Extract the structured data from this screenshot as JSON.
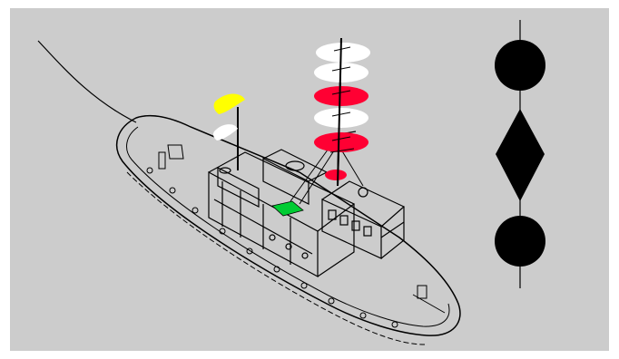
{
  "illustration": {
    "subject": "tug-towing-vessel-lights-and-shapes",
    "colors": {
      "background": "#cccccc",
      "frame": "#ffffff",
      "outline": "#000000",
      "white_light": "#ffffff",
      "red_light": "#ff0033",
      "yellow_light": "#ffff00",
      "green_light": "#00cc33",
      "day_shape": "#000000"
    },
    "masthead_lights": [
      {
        "color": "white"
      },
      {
        "color": "white"
      }
    ],
    "restricted_manoeuvrability_lights": [
      {
        "color": "red"
      },
      {
        "color": "white"
      },
      {
        "color": "red"
      }
    ],
    "stern_lights": [
      {
        "color": "yellow"
      },
      {
        "color": "white"
      }
    ],
    "sidelight": {
      "color": "green"
    },
    "day_shapes": [
      {
        "shape": "ball"
      },
      {
        "shape": "diamond"
      },
      {
        "shape": "ball"
      }
    ]
  }
}
